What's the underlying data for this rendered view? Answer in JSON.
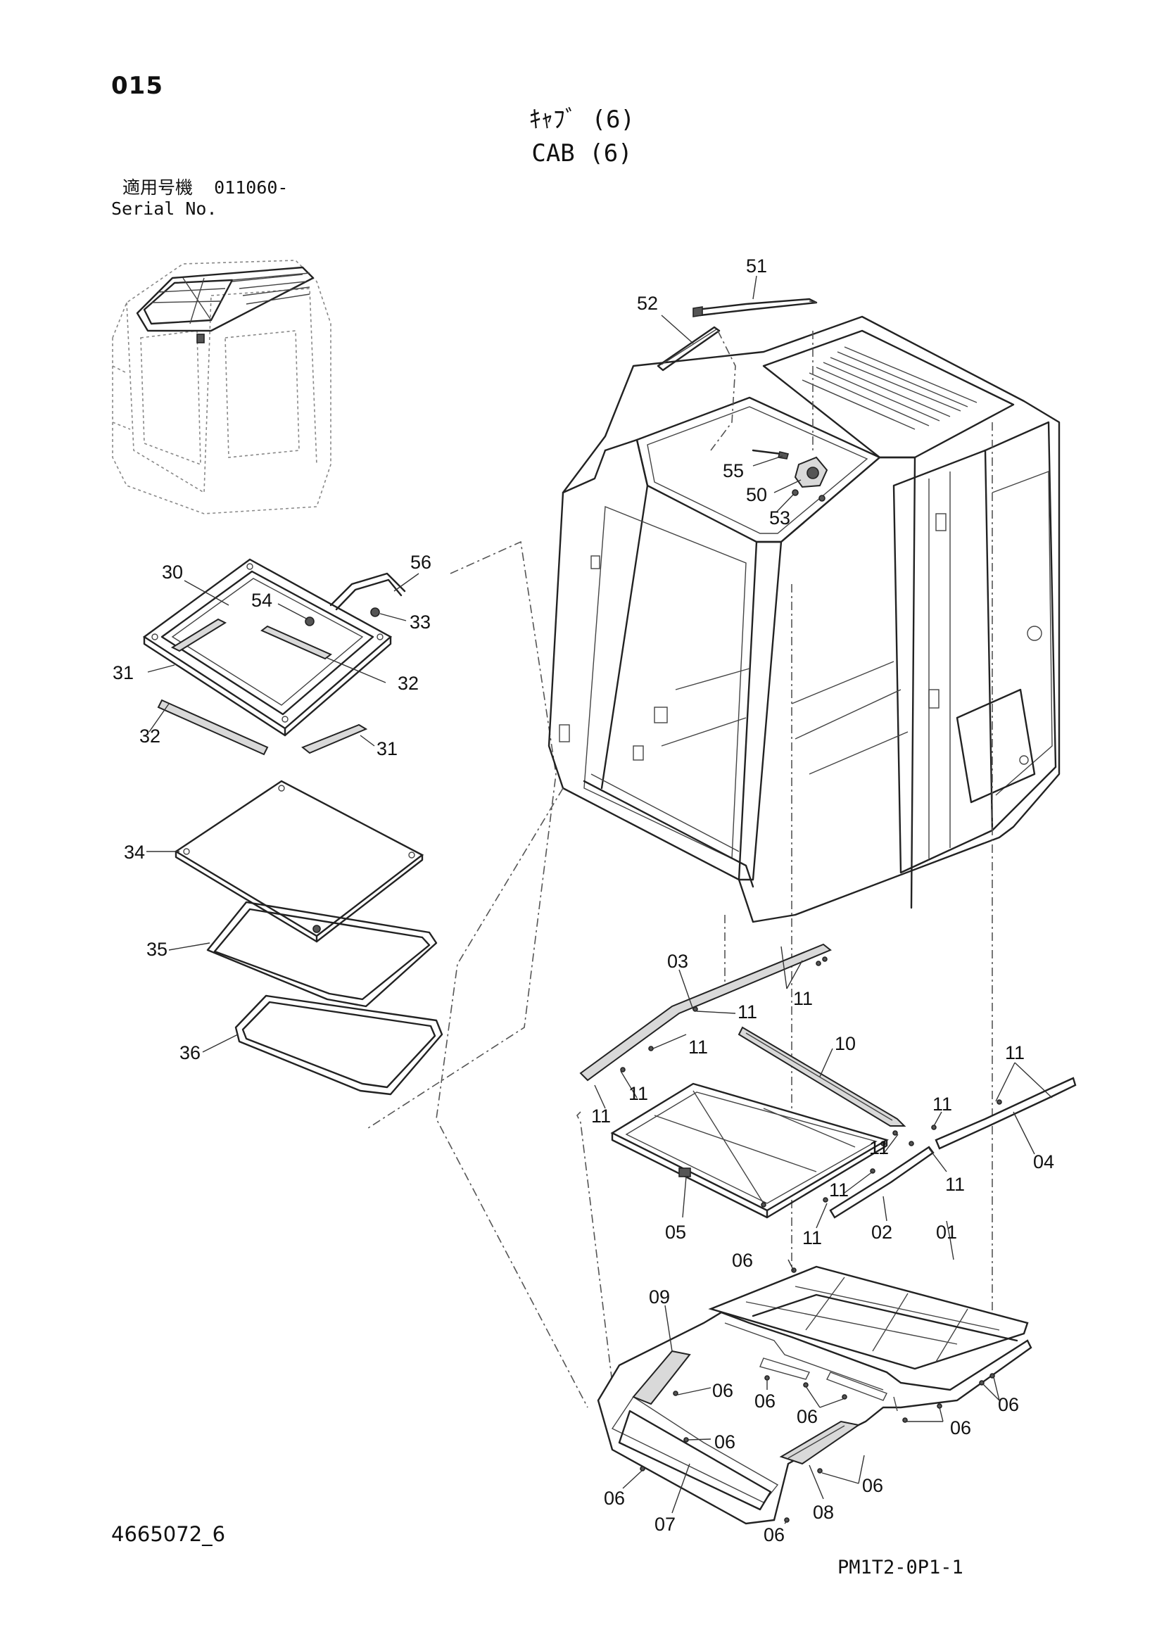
{
  "header": {
    "page_number": "015",
    "title_jp": "ｷｬﾌﾞ (6)",
    "title_en": "CAB (6)",
    "serial_label_jp": "適用号機",
    "serial_value": "011060-",
    "serial_label_en": "Serial No."
  },
  "footer": {
    "drawing_number": "4665072_6",
    "sheet_code": "PM1T2-0P1-1"
  },
  "callouts": {
    "c51": "51",
    "c52": "52",
    "c55": "55",
    "c50": "50",
    "c53": "53",
    "c30": "30",
    "c56": "56",
    "c54": "54",
    "c33": "33",
    "c31a": "31",
    "c32a": "32",
    "c32b": "32",
    "c31b": "31",
    "c34": "34",
    "c35": "35",
    "c36": "36",
    "c03": "03",
    "c11a": "11",
    "c11b": "11",
    "c11c": "11",
    "c11d": "11",
    "c11e": "11",
    "c10": "10",
    "c11f": "11",
    "c11g": "11",
    "c11h": "11",
    "c11i": "11",
    "c11j": "11",
    "c11k": "11",
    "c04": "04",
    "c05": "05",
    "c02": "02",
    "c01": "01",
    "c06a": "06",
    "c09": "09",
    "c06b": "06",
    "c06c": "06",
    "c06d": "06",
    "c06e": "06",
    "c06f": "06",
    "c06g": "06",
    "c06h": "06",
    "c06i": "06",
    "c06j": "06",
    "c07": "07",
    "c08": "08"
  }
}
